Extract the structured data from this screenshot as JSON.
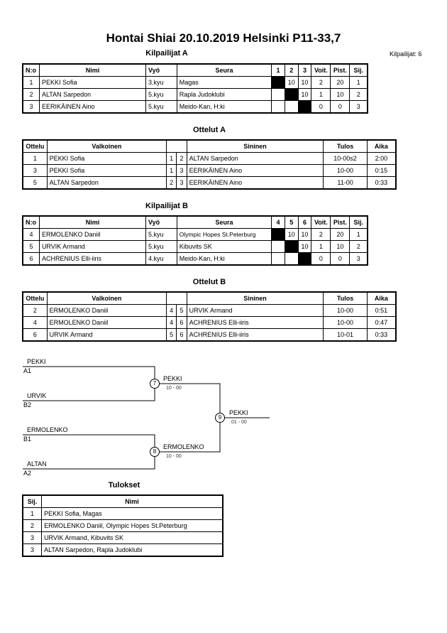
{
  "header": {
    "title": "Hontai Shiai  20.10.2019  Helsinki   P11-33,7",
    "count": "Kilpailijat: 6"
  },
  "pool_a": {
    "title": "Kilpailijat A",
    "headers": [
      "N:o",
      "Nimi",
      "Vyö",
      "Seura",
      "1",
      "2",
      "3",
      "Voit.",
      "Pist.",
      "Sij."
    ],
    "rows": [
      [
        "1",
        "PEKKI Sofia",
        "3.kyu",
        "Magas",
        "",
        "10",
        "10",
        "2",
        "20",
        "1"
      ],
      [
        "2",
        "ALTAN Sarpedon",
        "5.kyu",
        "Rapla Judoklubi",
        "",
        "",
        "10",
        "1",
        "10",
        "2"
      ],
      [
        "3",
        "EERIKÄINEN Aino",
        "5.kyu",
        "Meido-Kan, H:ki",
        "",
        "",
        "",
        "0",
        "0",
        "3"
      ]
    ]
  },
  "matches_a": {
    "title": "Ottelut A",
    "headers": [
      "Ottelu",
      "Valkoinen",
      "",
      "",
      "Sininen",
      "Tulos",
      "Aika"
    ],
    "rows": [
      [
        "1",
        "PEKKI Sofia",
        "1",
        "2",
        "ALTAN Sarpedon",
        "10-00s2",
        "2:00"
      ],
      [
        "3",
        "PEKKI Sofia",
        "1",
        "3",
        "EERIKÄINEN Aino",
        "10-00",
        "0:15"
      ],
      [
        "5",
        "ALTAN Sarpedon",
        "2",
        "3",
        "EERIKÄINEN Aino",
        "11-00",
        "0:33"
      ]
    ]
  },
  "pool_b": {
    "title": "Kilpailijat B",
    "headers": [
      "N:o",
      "Nimi",
      "Vyö",
      "Seura",
      "4",
      "5",
      "6",
      "Voit.",
      "Pist.",
      "Sij."
    ],
    "rows": [
      [
        "4",
        "ERMOLENKO Daniil",
        "5.kyu",
        "Olympic Hopes St.Peterburg",
        "",
        "10",
        "10",
        "2",
        "20",
        "1"
      ],
      [
        "5",
        "URVIK Armand",
        "5.kyu",
        "Kibuvits SK",
        "",
        "",
        "10",
        "1",
        "10",
        "2"
      ],
      [
        "6",
        "ACHRENIUS Elli-iiris",
        "4.kyu",
        "Meido-Kan, H:ki",
        "",
        "",
        "",
        "0",
        "0",
        "3"
      ]
    ]
  },
  "matches_b": {
    "title": "Ottelut B",
    "headers": [
      "Ottelu",
      "Valkoinen",
      "",
      "",
      "Sininen",
      "Tulos",
      "Aika"
    ],
    "rows": [
      [
        "2",
        "ERMOLENKO Daniil",
        "4",
        "5",
        "URVIK Armand",
        "10-00",
        "0:51"
      ],
      [
        "4",
        "ERMOLENKO Daniil",
        "4",
        "6",
        "ACHRENIUS Elli-iiris",
        "10-00",
        "0:47"
      ],
      [
        "6",
        "URVIK Armand",
        "5",
        "6",
        "ACHRENIUS Elli-iiris",
        "10-01",
        "0:33"
      ]
    ]
  },
  "bracket": {
    "r1": [
      {
        "name": "PEKKI",
        "seed": "A1"
      },
      {
        "name": "URVIK",
        "seed": "B2"
      },
      {
        "name": "ERMOLENKO",
        "seed": "B1"
      },
      {
        "name": "ALTAN",
        "seed": "A2"
      }
    ],
    "m7": {
      "num": "7",
      "winner": "PEKKI",
      "score": "10 - 00"
    },
    "m8": {
      "num": "8",
      "winner": "ERMOLENKO",
      "score": "10 - 00"
    },
    "m9": {
      "num": "9",
      "winner": "PEKKI",
      "score": "01 - 00"
    }
  },
  "results": {
    "title": "Tulokset",
    "headers": [
      "Sij.",
      "Nimi"
    ],
    "rows": [
      [
        "1",
        "PEKKI Sofia, Magas"
      ],
      [
        "2",
        "ERMOLENKO Daniil, Olympic Hopes St.Peterburg"
      ],
      [
        "3",
        "URVIK Armand, Kibuvits SK"
      ],
      [
        "3",
        "ALTAN Sarpedon, Rapla Judoklubi"
      ]
    ]
  }
}
